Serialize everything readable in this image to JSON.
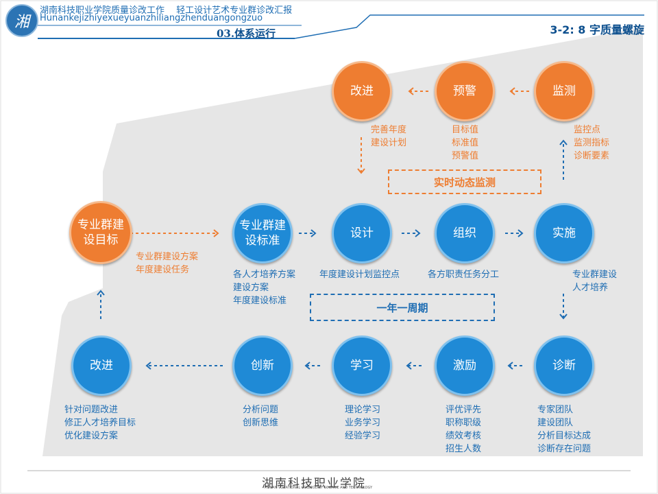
{
  "header": {
    "line1": "湖南科技职业学院质量诊改工作 　轻工设计艺术专业群诊改汇报",
    "line2": "Hunankejizhiyexueyuanzhiliangzhenduangongzuo",
    "section": "03.体系运行",
    "right_title": "3-2: 8 字质量螺旋"
  },
  "logo": {
    "glyph": "湘",
    "icon": "school-seal-icon"
  },
  "nodes": {
    "improve_top": "改进",
    "warning": "预警",
    "monitor": "监测",
    "goal": "专业群建设目标",
    "standard": "专业群建设标准",
    "design": "设计",
    "organize": "组织",
    "implement": "实施",
    "improve_bottom": "改进",
    "innovate": "创新",
    "learn": "学习",
    "motivate": "激励",
    "diagnose": "诊断"
  },
  "captions": {
    "improve_top": [
      "完善年度",
      "建设计划"
    ],
    "warning": [
      "目标值",
      "标准值",
      "预警值"
    ],
    "monitor": [
      "监控点",
      "监测指标",
      "诊断要素"
    ],
    "goal": [
      "专业群建设方案",
      "年度建设任务"
    ],
    "standard": [
      "各人才培养方案",
      "建设方案",
      "年度建设标准"
    ],
    "design": [
      "年度建设计划监控点"
    ],
    "organize": [
      "各方职责任务分工"
    ],
    "implement": [
      "专业群建设",
      "人才培养"
    ],
    "improve_bottom": [
      "针对问题改进",
      "修正人才培养目标",
      "优化建设方案"
    ],
    "innovate": [
      "分析问题",
      "创新思维"
    ],
    "learn": [
      "理论学习",
      "业务学习",
      "经验学习"
    ],
    "motivate": [
      "评优评先",
      "职称职级",
      "绩效考核",
      "招生人数"
    ],
    "diagnose": [
      "专家团队",
      "建设团队",
      "分析目标达成",
      "诊断存在问题"
    ]
  },
  "labels": {
    "realtime": "实时动态监测",
    "annual": "一年一周期"
  },
  "footer": {
    "school": "湖南科技职业学院",
    "school_en": "HUNAN VOCATIONAL COLLEGE OF SCIENCE AND TECHNOLOGY"
  },
  "colors": {
    "blue": "#1f8ad6",
    "orange": "#ee7d31",
    "navy": "#1e6db3"
  }
}
